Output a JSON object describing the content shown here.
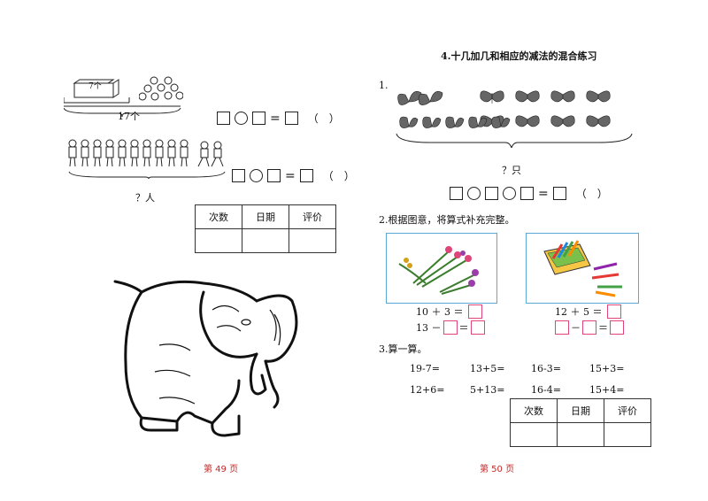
{
  "left_page": {
    "problem1": {
      "box_label": "7个",
      "brace_label": "17个",
      "paren": "（　）"
    },
    "problem2": {
      "brace_label": "？人",
      "paren": "（　）"
    },
    "eval_table": [
      "次数",
      "日期",
      "评价"
    ],
    "page_number": "第 49 页"
  },
  "right_page": {
    "title": "4.十几加几和相应的减法的混合练习",
    "q1_number": "1.",
    "q1_brace_label": "？只",
    "q1_paren": "（　）",
    "q2_text": "2.根据图意，将算式补充完整。",
    "q2_left_eq1": "10 ＋ 3 ＝",
    "q2_left_eq2_prefix": "13 －",
    "q2_left_eq2_equals": "＝",
    "q2_right_eq1": "12 ＋ 5 ＝",
    "q2_right_eq2_minus": "－",
    "q2_right_eq2_equals": "＝",
    "q3_text": "3.算一算。",
    "calc_rows": [
      [
        "19-7=",
        "13+5=",
        "16-3=",
        "15+3="
      ],
      [
        "12+6=",
        "5+13=",
        "16-4=",
        "15+4="
      ]
    ],
    "eval_table": [
      "次数",
      "日期",
      "评价"
    ],
    "page_number": "第 50 页"
  },
  "icons": [
    "box-icon",
    "ball-icon",
    "kid-icon",
    "elephant-illustration",
    "butterfly-icon",
    "flowers-illustration",
    "crayons-illustration"
  ]
}
